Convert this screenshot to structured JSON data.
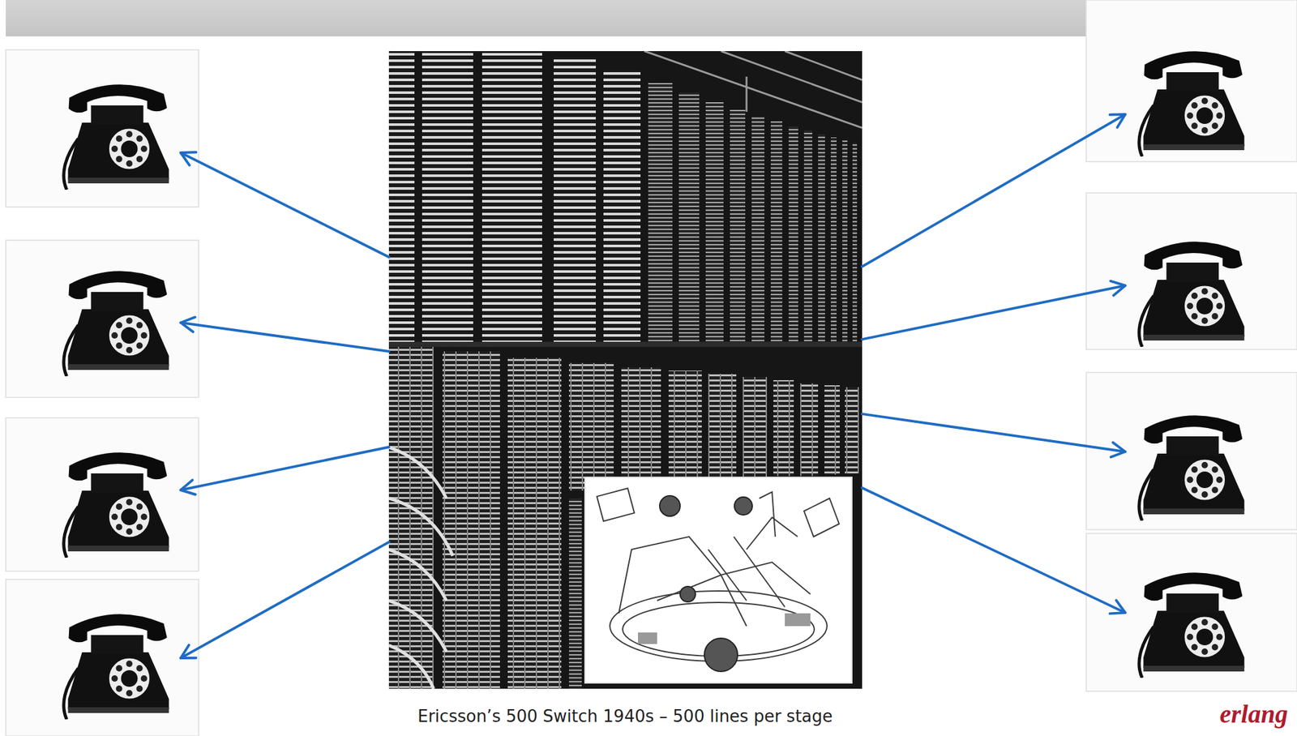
{
  "diagram": {
    "caption": "Ericsson’s 500 Switch 1940s – 500 lines per stage",
    "nodes": [
      {
        "text": []
      },
      {
        "text": []
      },
      {
        "text": []
      },
      {
        "text": []
      },
      {
        "text": []
      },
      {
        "text": []
      },
      {
        "text": []
      },
      {
        "text": []
      },
      {
        "text": []
      }
    ],
    "edges": [
      {
        "from": 0,
        "to": 1,
        "arrow": "to"
      },
      {
        "from": 0,
        "to": 2,
        "arrow": "to"
      },
      {
        "from": 0,
        "to": 3,
        "arrow": "to"
      },
      {
        "from": 0,
        "to": 4,
        "arrow": "to"
      },
      {
        "from": 0,
        "to": 5,
        "arrow": "to"
      },
      {
        "from": 0,
        "to": 6,
        "arrow": "to"
      },
      {
        "from": 0,
        "to": 7,
        "arrow": "to"
      },
      {
        "from": 0,
        "to": 8,
        "arrow": "to"
      }
    ],
    "labels": [
      "erlang"
    ]
  }
}
